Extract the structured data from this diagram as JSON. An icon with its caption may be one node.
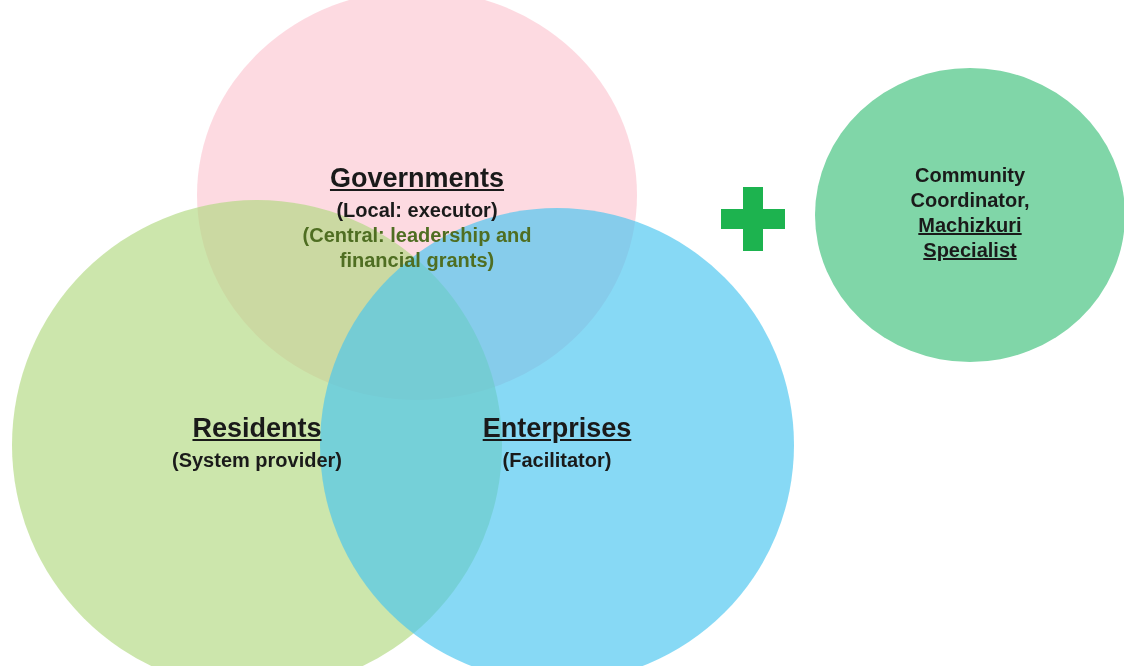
{
  "diagram": {
    "nodes": [
      {
        "text": [
          "Governments",
          "(Local: executor)",
          "(Central: leadership and financial grants)"
        ]
      },
      {
        "text": [
          "Residents",
          "(System provider)"
        ]
      },
      {
        "text": [
          "Enterprises",
          "(Facilitator)"
        ]
      },
      {
        "text": [
          "Community Coordinator,",
          "Machizkuri Specialist"
        ]
      }
    ]
  }
}
